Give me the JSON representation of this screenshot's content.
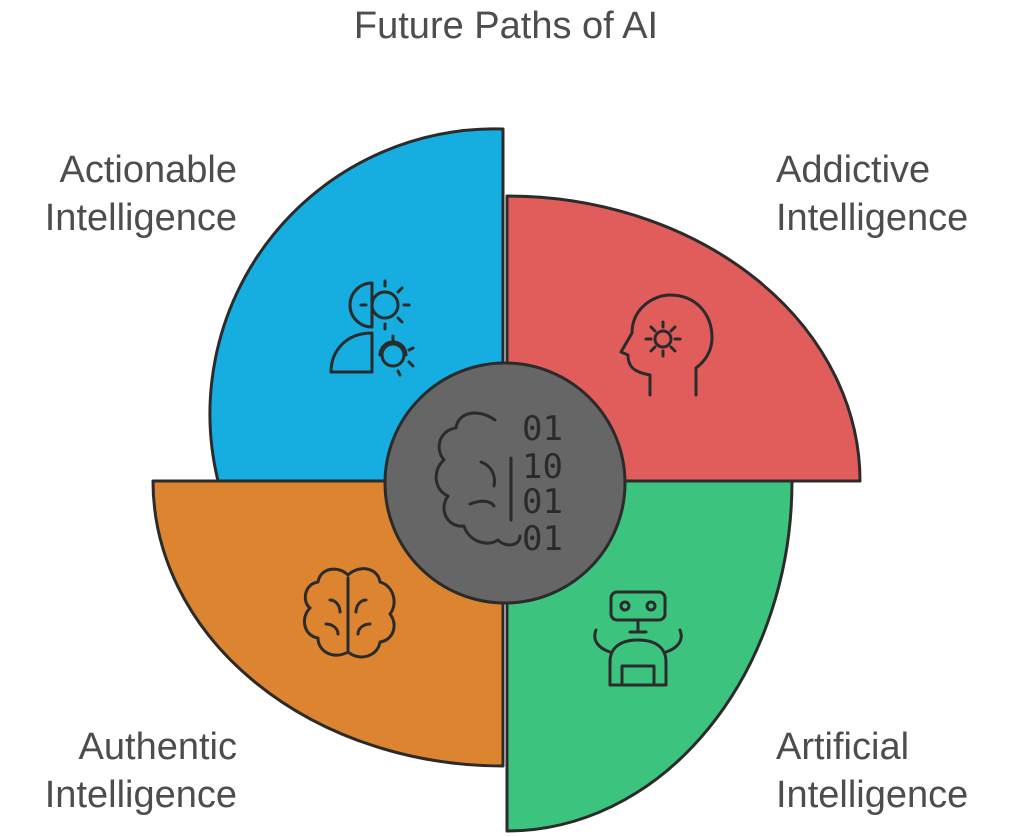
{
  "title": "Future Paths of AI",
  "colors": {
    "actionable": "#16ade1",
    "addictive": "#e05d5c",
    "artificial": "#3cc47e",
    "authentic": "#dd8431",
    "center": "#666666"
  },
  "quadrants": {
    "actionable": {
      "line1": "Actionable",
      "line2": "Intelligence",
      "icon": "person-gear-icon"
    },
    "addictive": {
      "line1": "Addictive",
      "line2": "Intelligence",
      "icon": "head-gear-icon"
    },
    "artificial": {
      "line1": "Artificial",
      "line2": "Intelligence",
      "icon": "robot-icon"
    },
    "authentic": {
      "line1": "Authentic",
      "line2": "Intelligence",
      "icon": "brain-icon"
    }
  },
  "center": {
    "icon": "brain-binary-icon",
    "bits": [
      "01",
      "10",
      "01",
      "01"
    ]
  }
}
